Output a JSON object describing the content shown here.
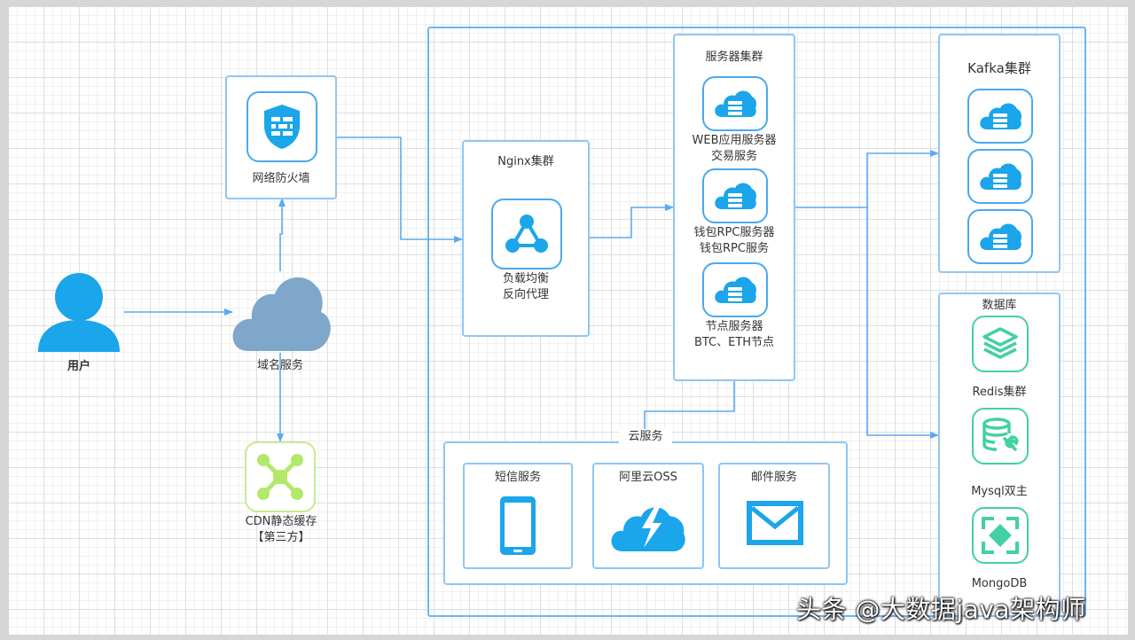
{
  "user": {
    "label": "用户"
  },
  "dns": {
    "label": "域名服务"
  },
  "firewall": {
    "label": "网络防火墙"
  },
  "cdn": {
    "label_line1": "CDN静态缓存",
    "label_line2": "【第三方】"
  },
  "nginx": {
    "title": "Nginx集群",
    "label_line1": "负载均衡",
    "label_line2": "反向代理"
  },
  "server_cluster": {
    "title": "服务器集群",
    "web": {
      "line1": "WEB应用服务器",
      "line2": "交易服务"
    },
    "wallet": {
      "line1": "钱包RPC服务器",
      "line2": "钱包RPC服务"
    },
    "node": {
      "line1": "节点服务器",
      "line2": "BTC、ETH节点"
    }
  },
  "kafka": {
    "title": "Kafka集群"
  },
  "database": {
    "title": "数据库",
    "redis": "Redis集群",
    "mysql": "Mysql双主",
    "mongo": "MongoDB"
  },
  "cloud": {
    "title": "云服务",
    "sms": "短信服务",
    "oss": "阿里云OSS",
    "mail": "邮件服务"
  },
  "watermark": "头条 @大数据java架构师",
  "colors": {
    "primary": "#1ba5ea",
    "line": "#5aaaf0",
    "green": "#43d0a4",
    "lime": "#b4e86a",
    "gray_cloud": "#7fa7c9"
  }
}
